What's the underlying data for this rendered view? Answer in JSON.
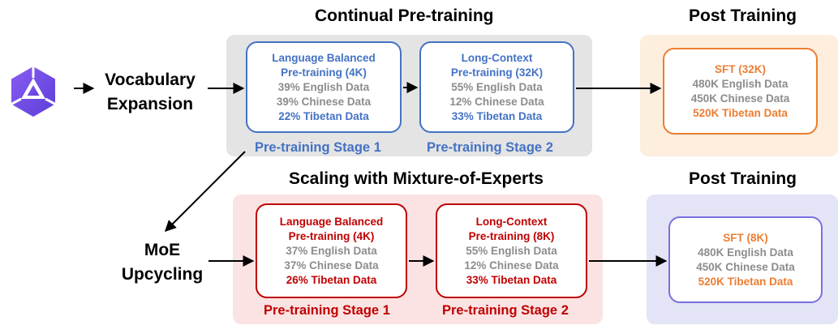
{
  "colors": {
    "blue": "#4472c4",
    "red": "#c00000",
    "orange": "#ed7d31",
    "purple": "#7b6fe0",
    "muted": "#8c8c8c",
    "gray_panel": "#e4e4e4",
    "pink_panel": "#fbe3e3",
    "peach_panel": "#fdeede",
    "lavender_panel": "#e3e5f6",
    "logo": "#6b4de6"
  },
  "icons": {
    "logo": "qwen-logo-icon"
  },
  "left": {
    "vocab_expansion": [
      "Vocabulary",
      "Expansion"
    ],
    "moe_upcycling": [
      "MoE",
      "Upcycling"
    ]
  },
  "top_row": {
    "heading": "Continual Pre-training",
    "stage1": {
      "title": [
        "Language Balanced",
        "Pre-training (4K)"
      ],
      "english": "39% English Data",
      "chinese": "39% Chinese Data",
      "tibetan": "22% Tibetan Data",
      "label": "Pre-training Stage 1"
    },
    "stage2": {
      "title": [
        "Long-Context",
        "Pre-training (32K)"
      ],
      "english": "55% English Data",
      "chinese": "12% Chinese Data",
      "tibetan": "33% Tibetan Data",
      "label": "Pre-training Stage 2"
    },
    "post": {
      "heading": "Post Training",
      "title": "SFT (32K)",
      "english": "480K English Data",
      "chinese": "450K Chinese Data",
      "tibetan": "520K Tibetan Data"
    }
  },
  "bottom_row": {
    "heading": "Scaling with Mixture-of-Experts",
    "stage1": {
      "title": [
        "Language Balanced",
        "Pre-training (4K)"
      ],
      "english": "37% English Data",
      "chinese": "37% Chinese Data",
      "tibetan": "26% Tibetan Data",
      "label": "Pre-training Stage 1"
    },
    "stage2": {
      "title": [
        "Long-Context",
        "Pre-training (8K)"
      ],
      "english": "55% English Data",
      "chinese": "12% Chinese Data",
      "tibetan": "33% Tibetan Data",
      "label": "Pre-training Stage 2"
    },
    "post": {
      "heading": "Post Training",
      "title": "SFT (8K)",
      "english": "480K English Data",
      "chinese": "450K Chinese Data",
      "tibetan": "520K Tibetan Data"
    }
  }
}
